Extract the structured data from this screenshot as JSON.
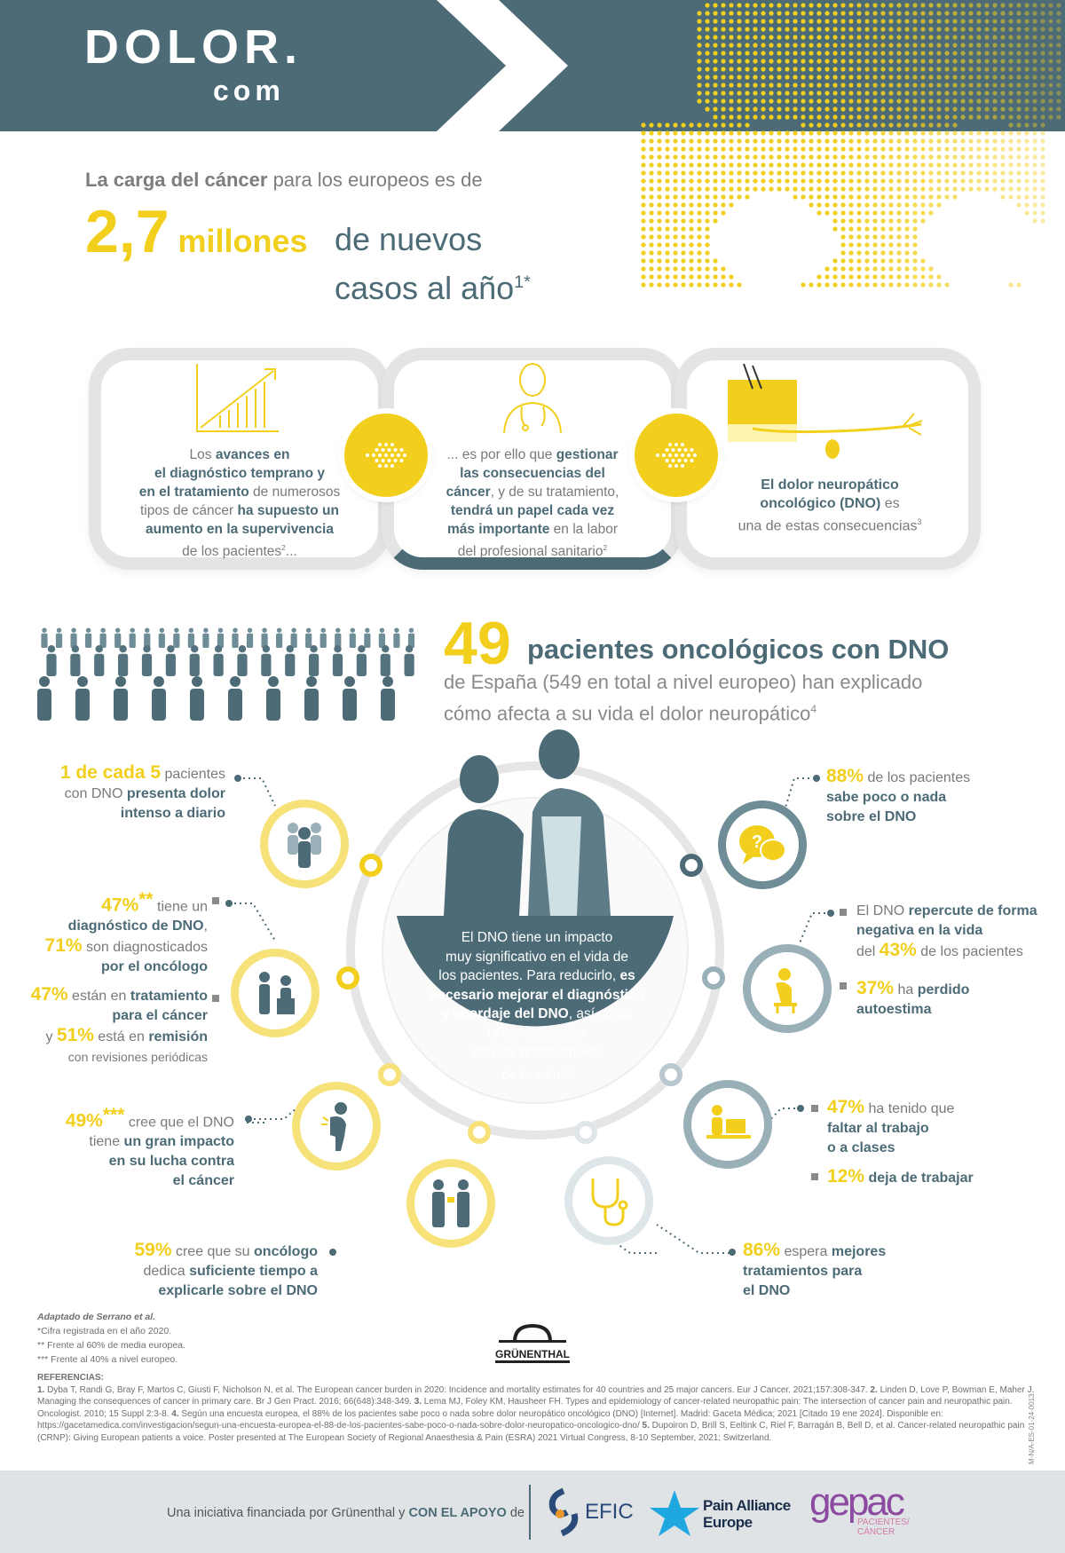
{
  "header": {
    "logo_main": "DOLOR.",
    "logo_sub": "com"
  },
  "hero": {
    "intro_bold": "La carga del cáncer",
    "intro_rest": " para los europeos es de",
    "number": "2,7",
    "unit": "millones",
    "line1": "de nuevos",
    "line2": "casos al año",
    "sup": "1*"
  },
  "cards": [
    {
      "s": [
        "Los ",
        "avances en",
        "el diagnóstico temprano y",
        "en el tratamiento",
        " de numerosos",
        "tipos de cáncer ",
        "ha supuesto un",
        "aumento en la supervivencia",
        "de los pacientes",
        "2",
        "..."
      ]
    },
    {
      "s": [
        "... es por ello que ",
        "gestionar",
        "las consecuencias del",
        "cáncer",
        ", y de su tratamiento,",
        "tendrá un papel cada vez",
        "más importante",
        " en la labor",
        "del profesional sanitario",
        "2"
      ]
    },
    {
      "s": [
        "El dolor neuropático",
        "oncológico (DNO)",
        " es",
        "una de estas consecuencias",
        "3"
      ]
    }
  ],
  "survey": {
    "number": "49",
    "title": "pacientes oncológicos con DNO",
    "line1": "de España (549 en total a nivel europeo) han explicado",
    "line2": "cómo afecta a su vida el dolor neuropático",
    "sup": "4"
  },
  "center": {
    "s": [
      "El DNO tiene un impacto",
      "muy  significativo en el vida de",
      "los pacientes. Para reducirlo, ",
      "es",
      "necesario mejorar el diagnóstico",
      "y abordaje del DNO",
      ", así como",
      "la comunicación",
      "con los profesionales",
      "de la salud",
      "5"
    ]
  },
  "stats_left": [
    {
      "s": [
        "1 de cada 5",
        " pacientes",
        "con DNO ",
        "presenta dolor",
        "intenso a diario"
      ]
    },
    {
      "s": [
        "47%",
        "**",
        " tiene un",
        "diagnóstico de DNO",
        ",",
        "71%",
        " son diagnosticados",
        "por el oncólogo"
      ]
    },
    {
      "s": [
        "47%",
        " están en ",
        "tratamiento",
        "para el cáncer",
        "y ",
        "51%",
        " está en ",
        "remisión",
        "con revisiones periódicas"
      ]
    },
    {
      "s": [
        "49%",
        "***",
        " cree que el DNO",
        "tiene ",
        "un gran impacto",
        "en su lucha contra",
        "el cáncer"
      ]
    },
    {
      "s": [
        "59%",
        " cree que su ",
        "oncólogo",
        "dedica ",
        "suficiente tiempo a",
        "explicarle sobre el DNO"
      ]
    }
  ],
  "stats_right": [
    {
      "s": [
        "88%",
        " de los pacientes",
        "sabe poco o nada",
        "sobre el DNO"
      ]
    },
    {
      "s": [
        "El DNO ",
        "repercute de forma",
        "negativa en la vida",
        "del ",
        "43%",
        " de los pacientes"
      ]
    },
    {
      "s": [
        "37%",
        " ha ",
        "perdido",
        "autoestima"
      ]
    },
    {
      "s": [
        "47%",
        " ha tenido que",
        "faltar al trabajo",
        "o a clases"
      ]
    },
    {
      "s": [
        "12%",
        " deja de trabajar"
      ]
    },
    {
      "s": [
        "86%",
        " espera ",
        "mejores",
        "tratamientos para",
        "el DNO"
      ]
    }
  ],
  "notes": {
    "adapted": "Adaptado de Serrano et al.",
    "n1": "*Cifra registrada en el año 2020.",
    "n2": "** Frente al 60% de media europea.",
    "n3": "*** Frente al 40% a nivel europeo."
  },
  "references": {
    "title": "REFERENCIAS:",
    "r1n": "1.",
    "r1": " Dyba T, Randi G, Bray F, Martos C, Giusti F, Nicholson N, et al. The European cancer burden in 2020: Incidence and mortality estimates for 40 countries and 25 major cancers. Eur J Cancer. 2021;157:308-347. ",
    "r2n": "2.",
    "r2": " Linden D, Love P, Bowman E, Maher J. Managing the consequences of cancer in primary care. Br J Gen Pract. 2016; 66(648):348-349. ",
    "r3n": "3.",
    "r3": " Lema MJ, Foley KM, Hausheer FH. Types and epidemiology of cancer-related neuropathic pain: The intersection of cancer pain and neuropathic pain. Oncologist. 2010; 15 Suppl 2:3-8. ",
    "r4n": "4.",
    "r4": " Según una encuesta europea, el 88% de los pacientes sabe poco o nada sobre dolor neuropático oncológico (DNO) [Internet]. Madrid: Gaceta Médica; 2021 [Citado 19 ene 2024]. Disponible en: https://gacetamedica.com/investigacion/segun-una-encuesta-europea-el-88-de-los-pacientes-sabe-poco-o-nada-sobre-dolor-neuropatico-oncologico-dno/ ",
    "r5n": "5.",
    "r5": " Dupoiron D, Brill S, Eeltink C, Riel F, Barragán B, Bell D, et al. Cancer-related neuropathic pain (CRNP): Giving European patients a voice. Poster presented at The European Society of Regional Anaesthesia & Pain (ESRA) 2021 Virtual Congress, 8-10 September, 2021; Switzerland."
  },
  "doc_code": "M-N/A-ES-01-24-0013",
  "sponsor_logo": "GRÜNENTHAL",
  "footer": {
    "text": "Una iniciativa financiada por Grünenthal y ",
    "bold": "CON EL APOYO",
    " de": " de",
    "efic": "EFIC",
    "pae1": "Pain Alliance",
    "pae2": "Europe",
    "gepac": "gepac",
    "gepac_sub1": "PACIENTES/",
    "gepac_sub2": "CÁNCER"
  },
  "colors": {
    "teal": "#4c6b76",
    "yellow": "#f2cf1d",
    "light_gray": "#e4e4e4",
    "footer_bg": "#dfe3e5"
  }
}
